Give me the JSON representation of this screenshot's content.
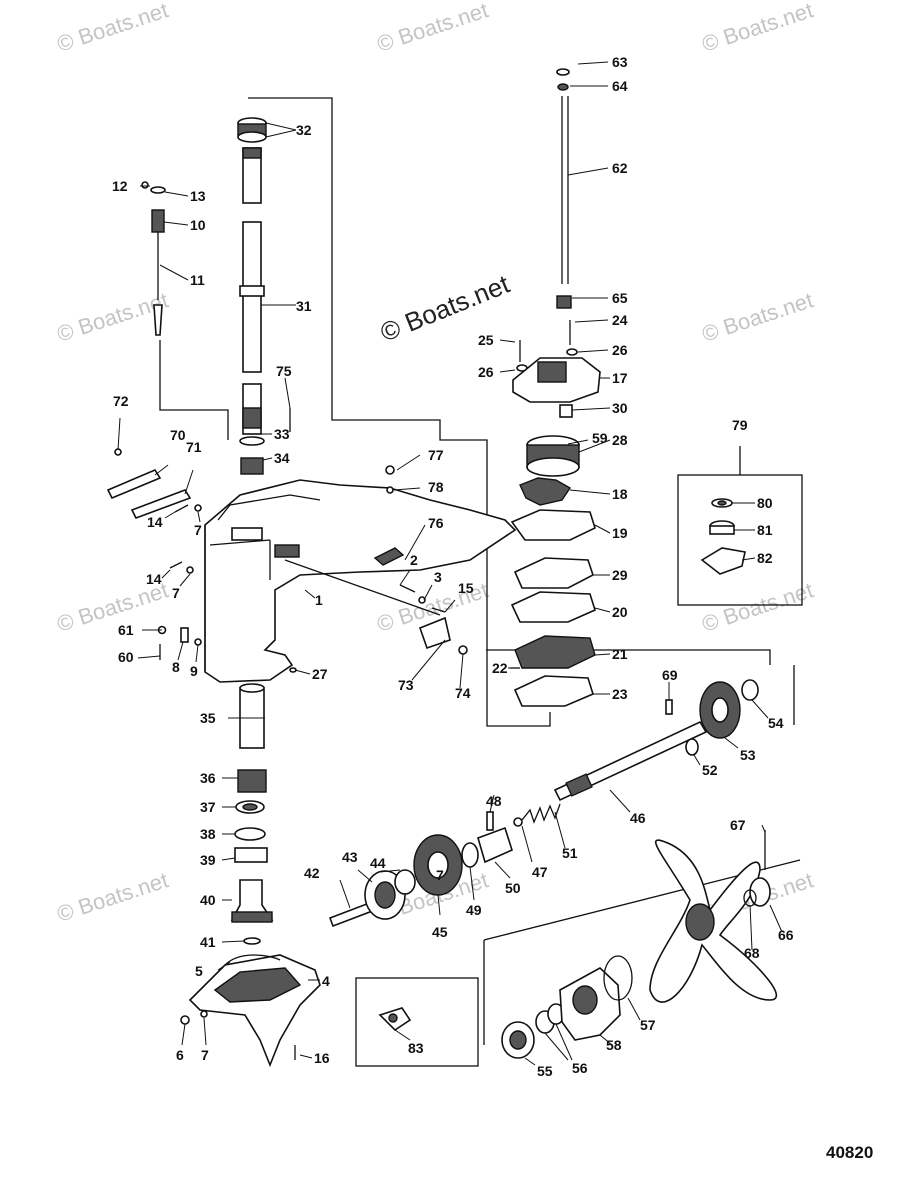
{
  "watermark": "© Boats.net",
  "center_watermark": "© Boats.net",
  "figure_number": "40820",
  "parts": [
    {
      "n": "1"
    },
    {
      "n": "2"
    },
    {
      "n": "3"
    },
    {
      "n": "4"
    },
    {
      "n": "5"
    },
    {
      "n": "6"
    },
    {
      "n": "7"
    },
    {
      "n": "7"
    },
    {
      "n": "7"
    },
    {
      "n": "7"
    },
    {
      "n": "8"
    },
    {
      "n": "9"
    },
    {
      "n": "10"
    },
    {
      "n": "11"
    },
    {
      "n": "12"
    },
    {
      "n": "13"
    },
    {
      "n": "14"
    },
    {
      "n": "14"
    },
    {
      "n": "15"
    },
    {
      "n": "16"
    },
    {
      "n": "17"
    },
    {
      "n": "18"
    },
    {
      "n": "19"
    },
    {
      "n": "20"
    },
    {
      "n": "21"
    },
    {
      "n": "22"
    },
    {
      "n": "23"
    },
    {
      "n": "24"
    },
    {
      "n": "25"
    },
    {
      "n": "26"
    },
    {
      "n": "26"
    },
    {
      "n": "27"
    },
    {
      "n": "28"
    },
    {
      "n": "29"
    },
    {
      "n": "30"
    },
    {
      "n": "31"
    },
    {
      "n": "32"
    },
    {
      "n": "33"
    },
    {
      "n": "34"
    },
    {
      "n": "35"
    },
    {
      "n": "36"
    },
    {
      "n": "37"
    },
    {
      "n": "38"
    },
    {
      "n": "39"
    },
    {
      "n": "40"
    },
    {
      "n": "41"
    },
    {
      "n": "42"
    },
    {
      "n": "43"
    },
    {
      "n": "44"
    },
    {
      "n": "45"
    },
    {
      "n": "46"
    },
    {
      "n": "47"
    },
    {
      "n": "48"
    },
    {
      "n": "49"
    },
    {
      "n": "50"
    },
    {
      "n": "51"
    },
    {
      "n": "52"
    },
    {
      "n": "53"
    },
    {
      "n": "54"
    },
    {
      "n": "55"
    },
    {
      "n": "56"
    },
    {
      "n": "57"
    },
    {
      "n": "58"
    },
    {
      "n": "59"
    },
    {
      "n": "60"
    },
    {
      "n": "61"
    },
    {
      "n": "62"
    },
    {
      "n": "63"
    },
    {
      "n": "64"
    },
    {
      "n": "65"
    },
    {
      "n": "66"
    },
    {
      "n": "67"
    },
    {
      "n": "68"
    },
    {
      "n": "69"
    },
    {
      "n": "70"
    },
    {
      "n": "71"
    },
    {
      "n": "72"
    },
    {
      "n": "73"
    },
    {
      "n": "74"
    },
    {
      "n": "75"
    },
    {
      "n": "76"
    },
    {
      "n": "77"
    },
    {
      "n": "78"
    },
    {
      "n": "79"
    },
    {
      "n": "80"
    },
    {
      "n": "81"
    },
    {
      "n": "82"
    },
    {
      "n": "83"
    }
  ]
}
